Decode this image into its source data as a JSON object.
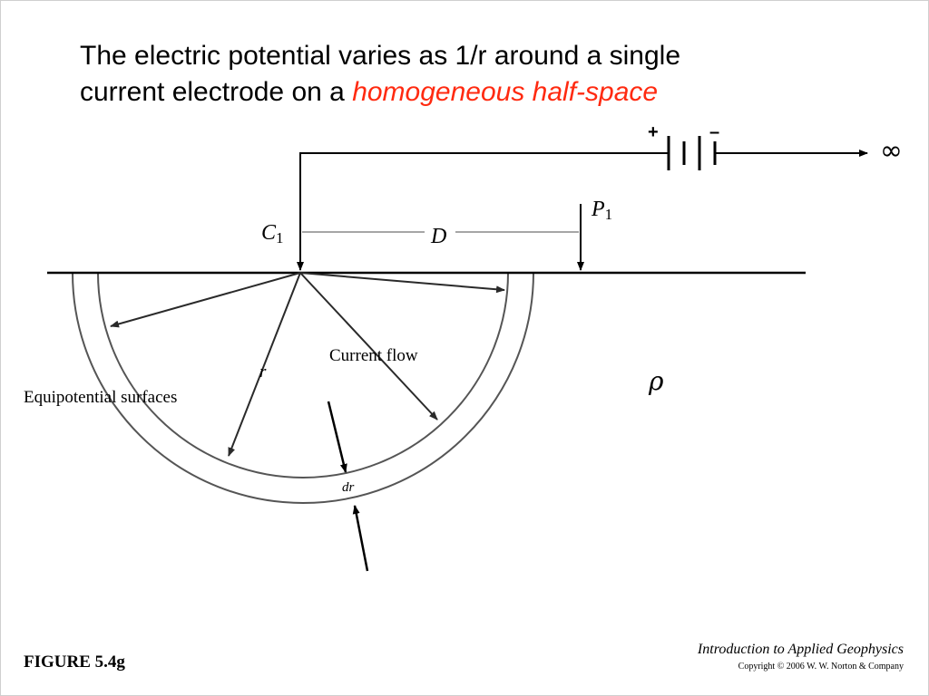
{
  "title": {
    "line1": "The electric potential varies as 1/r  around a single",
    "line2_prefix": "current electrode on a ",
    "line2_highlight": "homogeneous half-space",
    "highlight_color": "#ff2a10"
  },
  "diagram": {
    "battery_plus": "+",
    "battery_minus": "–",
    "infinity": "∞",
    "electrode_c": "C",
    "electrode_c_sub": "1",
    "electrode_p": "P",
    "electrode_p_sub": "1",
    "distance_label": "D",
    "current_flow_label": "Current flow",
    "equipotential_label": "Equipotential surfaces",
    "radius_label": "r",
    "dr_label": "dr",
    "rho_label": "ρ"
  },
  "footer": {
    "figure_label": "FIGURE 5.4g",
    "book_title": "Introduction to Applied Geophysics",
    "copyright": "Copyright © 2006 W. W. Norton & Company"
  }
}
